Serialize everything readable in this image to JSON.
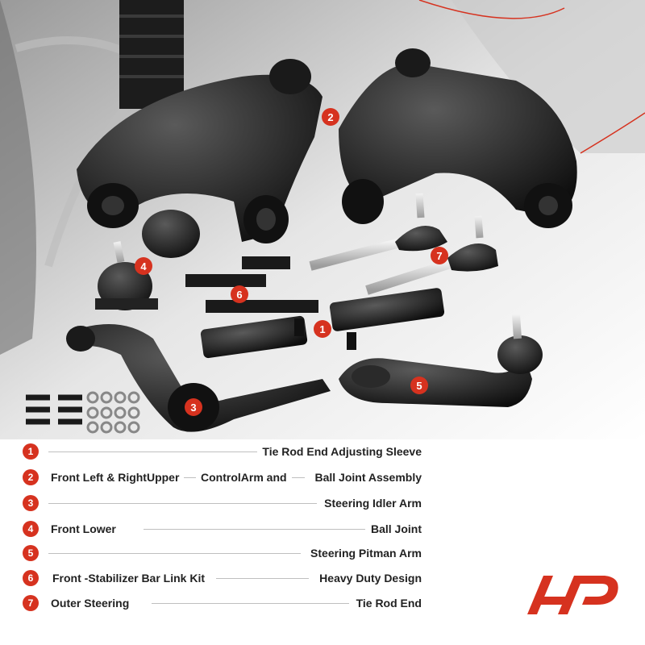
{
  "colors": {
    "accent": "#d6321f",
    "text": "#222222",
    "rule": "#bfbfbf"
  },
  "callouts": [
    "1",
    "2",
    "3",
    "4",
    "5",
    "6",
    "7"
  ],
  "legend": {
    "rows": [
      {
        "num": "1",
        "parts": [
          "Tie Rod End Adjusting Sleeve"
        ]
      },
      {
        "num": "2",
        "parts": [
          "Front Left & RightUpper",
          "ControlArm and",
          "Ball Joint Assembly"
        ]
      },
      {
        "num": "3",
        "parts": [
          "Steering Idler Arm"
        ]
      },
      {
        "num": "4",
        "parts": [
          "Front Lower",
          "Ball Joint"
        ]
      },
      {
        "num": "5",
        "parts": [
          "Steering Pitman Arm"
        ]
      },
      {
        "num": "6",
        "parts": [
          "Front -Stabilizer Bar Link Kit",
          "Heavy Duty Design"
        ]
      },
      {
        "num": "7",
        "parts": [
          "Outer Steering",
          "Tie Rod End"
        ]
      }
    ]
  },
  "brand": {
    "logo_icon": "a-premium-logo-icon"
  }
}
